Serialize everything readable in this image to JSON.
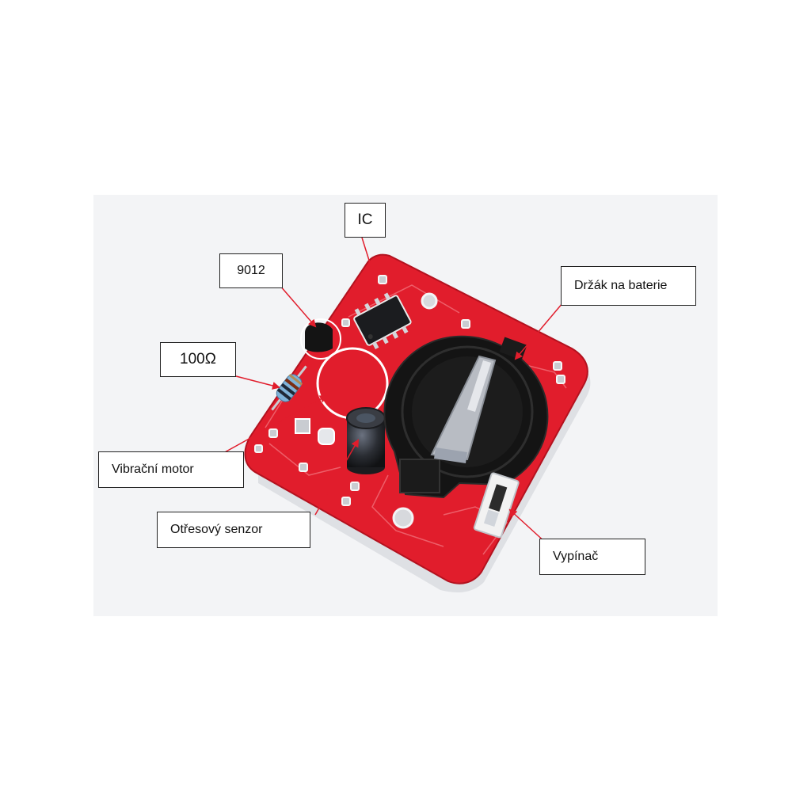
{
  "callouts": {
    "ic": "IC",
    "transistor": "9012",
    "resistor": "100Ω",
    "battery_holder": "Držák na baterie",
    "vibration_motor": "Vibrační motor",
    "shake_sensor": "Otřesový senzor",
    "switch": "Vypínač"
  },
  "colors": {
    "pcb": "#e11d2c",
    "battery_holder": "#141414",
    "leader_line": "#e11d2c",
    "callout_border": "#222222"
  },
  "icons": [
    "ic-chip-icon",
    "transistor-icon",
    "resistor-icon",
    "capacitor-icon",
    "coin-cell-holder-icon",
    "slide-switch-icon"
  ]
}
